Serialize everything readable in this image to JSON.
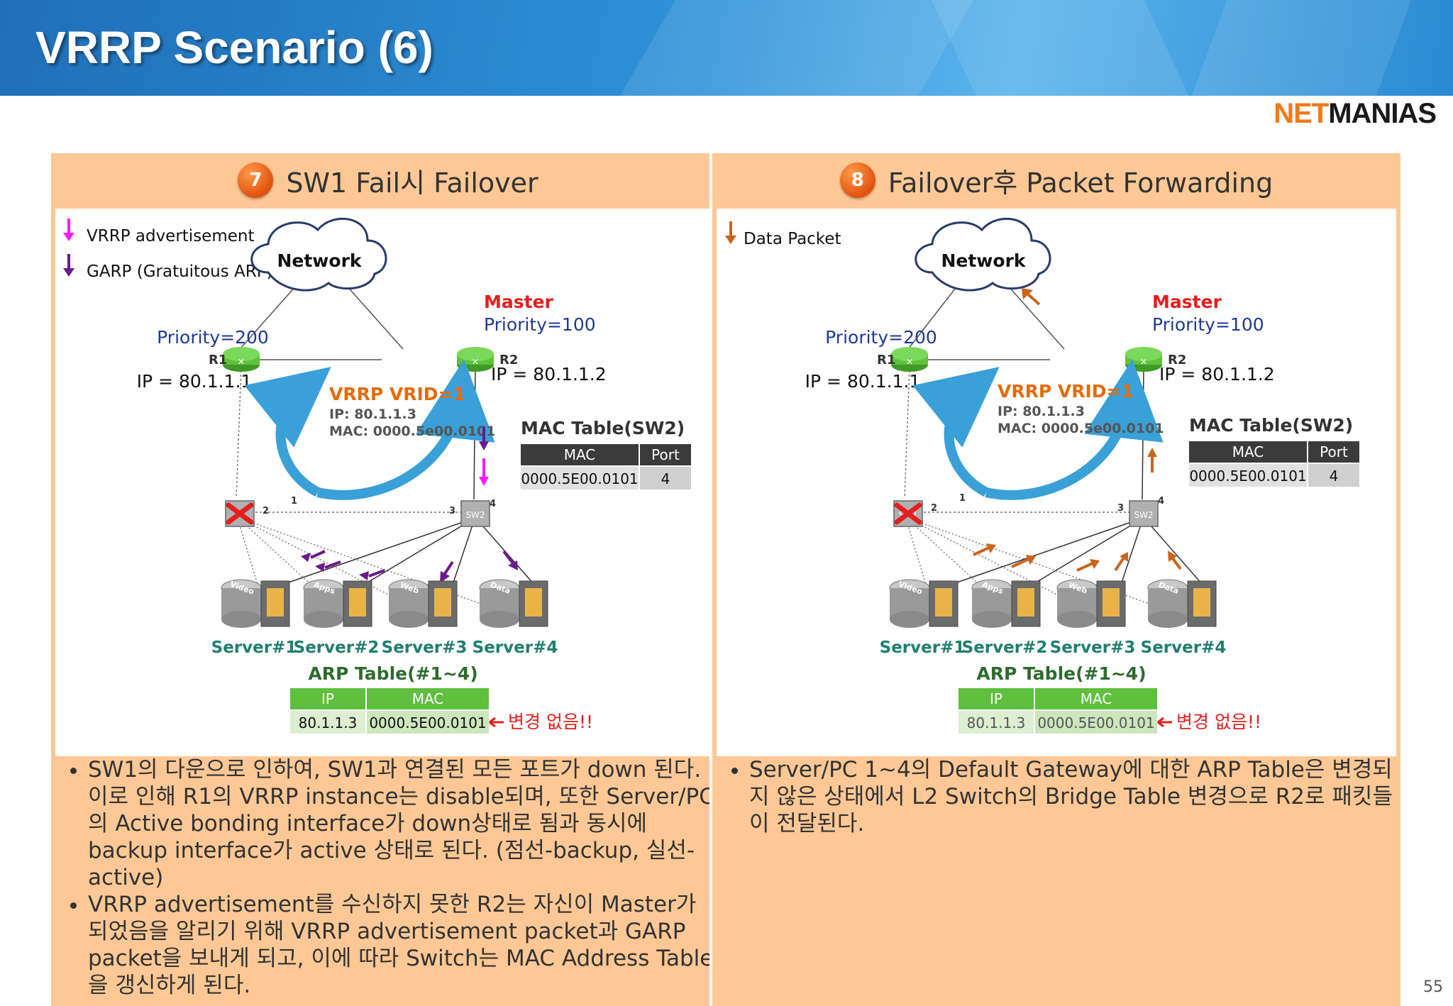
{
  "slide": {
    "title": "VRRP Scenario (6)",
    "logo_part1": "NET",
    "logo_part2": "MANIAS",
    "page_number": "55"
  },
  "left": {
    "step": "7",
    "title": "SW1 Fail시 Failover",
    "legend": [
      {
        "label": "VRRP advertisement",
        "color": "#ff1aff"
      },
      {
        "label": "GARP (Gratuitous ARP) Request",
        "color": "#6a1b8c"
      }
    ],
    "network": "Network",
    "r1_label": "R1",
    "r2_label": "R2",
    "r1_priority": "Priority=200",
    "r2_master": "Master",
    "r2_priority": "Priority=100",
    "r1_ip": "IP = 80.1.1.1",
    "r2_ip": "IP = 80.1.1.2",
    "vrrp_title": "VRRP VRID=1",
    "vrrp_ip": "IP: 80.1.1.3",
    "vrrp_mac": "MAC: 0000.5e00.0101",
    "port1": "1",
    "port2": "2",
    "port3": "3",
    "port4": "4",
    "sw2_label": "SW2",
    "mac_table": {
      "title": "MAC Table(SW2)",
      "headers": [
        "MAC",
        "Port"
      ],
      "row": [
        "0000.5E00.0101",
        "4"
      ]
    },
    "servers": [
      "Server#1",
      "Server#2",
      "Server#3",
      "Server#4"
    ],
    "server_tags": [
      "Video",
      "Apps",
      "Web",
      "Data"
    ],
    "arp_table": {
      "title": "ARP Table(#1~4)",
      "headers": [
        "IP",
        "MAC"
      ],
      "row": [
        "80.1.1.3",
        "0000.5E00.0101"
      ]
    },
    "no_change": "변경 없음!!",
    "notes": [
      "SW1의 다운으로 인하여, SW1과 연결된 모든 포트가 down 된다. 이로 인해 R1의 VRRP instance는 disable되며, 또한 Server/PC의 Active bonding interface가 down상태로 됨과 동시에 backup interface가 active 상태로 된다. (점선-backup, 실선-active)",
      "VRRP advertisement를 수신하지 못한 R2는 자신이 Master가 되었음을 알리기 위해 VRRP advertisement packet과 GARP packet을 보내게 되고, 이에 따라 Switch는 MAC Address Table을 갱신하게 된다."
    ]
  },
  "right": {
    "step": "8",
    "title": "Failover후 Packet Forwarding",
    "legend": [
      {
        "label": "Data Packet",
        "color": "#c8651b"
      }
    ],
    "network": "Network",
    "r1_label": "R1",
    "r2_label": "R2",
    "r1_priority": "Priority=200",
    "r2_master": "Master",
    "r2_priority": "Priority=100",
    "r1_ip": "IP = 80.1.1.1",
    "r2_ip": "IP = 80.1.1.2",
    "vrrp_title": "VRRP VRID=1",
    "vrrp_ip": "IP: 80.1.1.3",
    "vrrp_mac": "MAC: 0000.5e00.0101",
    "port1": "1",
    "port2": "2",
    "port3": "3",
    "port4": "4",
    "sw1_label": "SW1",
    "sw2_label": "SW2",
    "mac_table": {
      "title": "MAC Table(SW2)",
      "headers": [
        "MAC",
        "Port"
      ],
      "row": [
        "0000.5E00.0101",
        "4"
      ]
    },
    "servers": [
      "Server#1",
      "Server#2",
      "Server#3",
      "Server#4"
    ],
    "server_tags": [
      "Video",
      "Apps",
      "Web",
      "Data"
    ],
    "arp_table": {
      "title": "ARP Table(#1~4)",
      "headers": [
        "IP",
        "MAC"
      ],
      "row": [
        "80.1.1.3",
        "0000.5E00.0101"
      ]
    },
    "no_change": "변경 없음!!",
    "notes": [
      "Server/PC 1~4의 Default Gateway에 대한 ARP Table은 변경되지 않은 상태에서 L2 Switch의 Bridge Table 변경으로 R2로 패킷들이 전달된다."
    ]
  },
  "colors": {
    "panel_bg": "#fdc895",
    "router": "#5fc23a",
    "priority_text": "#1f3a93",
    "master_text": "#e41e1e",
    "vrrp_text": "#e36c09",
    "vrrp_arrow": "#3aa0d8",
    "server_label": "#1f7f6e",
    "arp_title": "#2e6b2e",
    "arp_header": "#5fbf3f",
    "mac_header": "#3b3b3b",
    "no_change": "#e41e1e"
  }
}
